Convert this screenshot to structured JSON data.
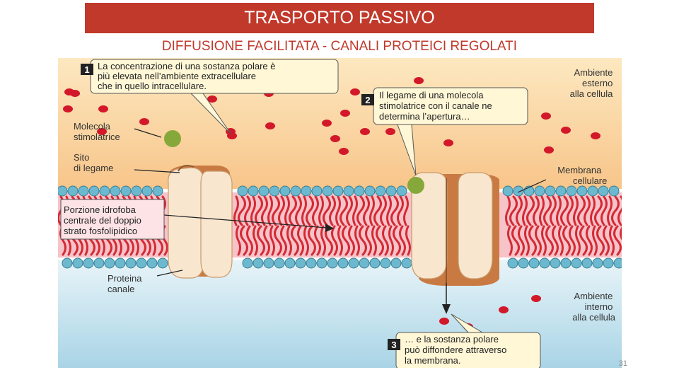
{
  "slide": {
    "title": "TRASPORTO PASSIVO",
    "subtitle": "DIFFUSIONE FACILITATA - CANALI PROTEICI REGOLATI",
    "page_number": "31"
  },
  "figure": {
    "step1": {
      "number": "1",
      "lines": [
        "La concentrazione di una sostanza polare è",
        "più elevata nell’ambiente extracellulare",
        "che in quello intracellulare."
      ]
    },
    "step2": {
      "number": "2",
      "lines": [
        "Il legame di una molecola",
        "stimolatrice con il canale ne",
        "determina l’apertura…"
      ]
    },
    "step3": {
      "number": "3",
      "lines": [
        "… e la sostanza polare",
        "può diffondere attraverso",
        "la membrana."
      ]
    },
    "labels": {
      "outside": [
        "Ambiente",
        "esterno",
        "alla cellula"
      ],
      "inside": [
        "Ambiente",
        "interno",
        "alla cellula"
      ],
      "membrane": [
        "Membrana",
        "cellulare"
      ],
      "stimulator": [
        "Molecola",
        "stimolatrice"
      ],
      "binding_site": [
        "Sito",
        "di legame"
      ],
      "hydrophobic": [
        "Porzione idrofoba",
        "centrale del doppio",
        "strato fosfolipidico"
      ],
      "channel": [
        "Proteina",
        "canale"
      ]
    }
  },
  "colors": {
    "title_bg": "#c0392b",
    "outside_top": "#fde8c0",
    "outside_bottom": "#f7c58a",
    "inside_top": "#e8f4f8",
    "inside_bottom": "#a9d4e6",
    "lipid_core": "#f6c3c8",
    "lipid_tails": "#d42a36",
    "head_groups": "#6cb9cf",
    "solute": "#d3182a",
    "stimulator": "#86a83a",
    "protein_outer": "#c97a43",
    "protein_inner": "#f8e6cf",
    "callout": "#fff7d6"
  }
}
